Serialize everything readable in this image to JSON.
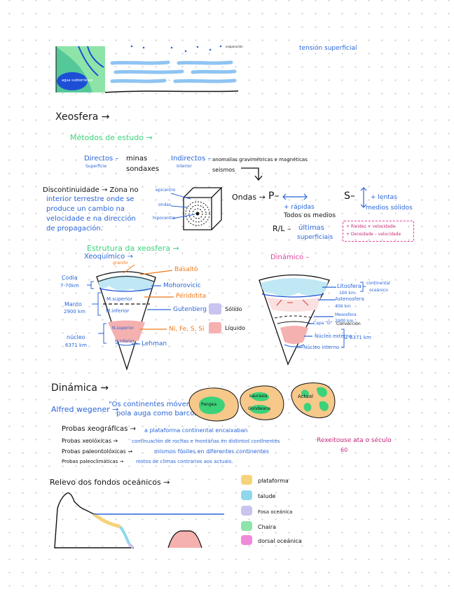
{
  "top": {
    "tension": "tensión superficial",
    "tiny_label": "evaporación",
    "lake": "agua subterránea"
  },
  "xeosfera": {
    "title": "Xeosfera →",
    "metodos": "Métodos de estudo →",
    "directos": "Directos –",
    "directos_sub": "Superficie",
    "minas": "minas",
    "sondaxes": "sondaxes",
    "indirectos": "Indirectos –",
    "indirectos_sub": "Interior",
    "anomalias": "anomalías gravimétricas e magnéticas",
    "seismos": "seismos"
  },
  "discontinuidade": {
    "lines": [
      "Discontinuidade → Zona no",
      "interior terrestre onde se",
      "produce un cambio na",
      "velocidade e na dirección",
      "de propagación."
    ],
    "cube_labels": [
      "epicentro",
      "ondas",
      "hipocentro"
    ]
  },
  "ondas": {
    "label": "Ondas →",
    "p": "P–",
    "p_fast": "+ rápidas",
    "p_media": "Todos os medios",
    "s": "S–",
    "s_slow": "+ lentas",
    "s_media": "medios sólidos",
    "rl": "R/L –",
    "rl_last": "últimas",
    "rl_surface": "superficiais",
    "note1": "+ Rixidez + velocidade",
    "note2": "+ Densidade – velocidade"
  },
  "estrutura": {
    "title": "Estrutura da xeosfera →",
    "xeoquimico": "Xeoquímico →",
    "granito": "granito",
    "basalto": "Basalto",
    "mohorovicic": "Mohorovicic",
    "peridotita": "Peridotita",
    "gutenberg": "Gutenberg",
    "metals": "Ni, Fe, S, Si",
    "lehman": "Lehman",
    "codia": "Codia",
    "codia_km": "7-70km",
    "manto": "Manto",
    "manto_km": "2900 km",
    "nucleo": "núcleo",
    "nucleo_km": "6371 km",
    "m_superior": "M.superior",
    "m_inferior": "M.inferior",
    "n_superior": "N.superior",
    "n_inferior": "N.inferior",
    "solid": "Sólido",
    "liquid": "Líquido"
  },
  "dinamico": {
    "title": "Dinámico –",
    "litosfera": "Litosfera",
    "litosfera_km": "100 km",
    "continental": "continental",
    "oceanico": "oceánico",
    "astenosfera": "Astenosfera",
    "astenosfera_km": "400 km",
    "mesosfera": "Mesosfera",
    "mesosfera_km": "2900 km",
    "capa_d": "Capa \"D\"",
    "conveccion": "Convección",
    "nucleo_externo": "Núcleo externo",
    "nucleo_interno": "Núcleo interno",
    "total_km": "6371 km"
  },
  "dinamica": {
    "title": "Dinámica →",
    "wegener": "Alfred wegener →",
    "quote1": "\"Os continentes móvense",
    "quote2": "pola auga como barcos\"",
    "pangea": "Pangea",
    "laurasia": "Laurasia",
    "gondwana": "Gondwana",
    "actual": "Actual",
    "probas": [
      {
        "head": "Probas xeográficas →",
        "text": "a plataforma continental encaixaban"
      },
      {
        "head": "Probas xeolóxicas →",
        "text": "continuación de rochas e montañas en distintos continentes"
      },
      {
        "head": "Probas paleontolóxicas →",
        "text": "mismos fósiles en diferentes continentes"
      },
      {
        "head": "Probas paleoclimáticas →",
        "text": "restos de climas contrarios aos actuais."
      }
    ],
    "rexeitouse": "Rexeitouse ata o século",
    "rexeitouse_2": "60"
  },
  "relevo": {
    "title": "Relevo dos fondos oceánicos →",
    "legend": [
      {
        "label": "plataforma",
        "color": "#f6d27a"
      },
      {
        "label": "talude",
        "color": "#8fd8ec"
      },
      {
        "label": "Fosa oceánica",
        "color": "#c8c4f0"
      },
      {
        "label": "Chaira",
        "color": "#8ee4a8"
      },
      {
        "label": "dorsal oceánica",
        "color": "#f089d8"
      }
    ]
  },
  "colors": {
    "blue": "#2a66d8",
    "orange": "#f07a1a",
    "pink": "#c8287a",
    "green": "#3bd27a"
  }
}
